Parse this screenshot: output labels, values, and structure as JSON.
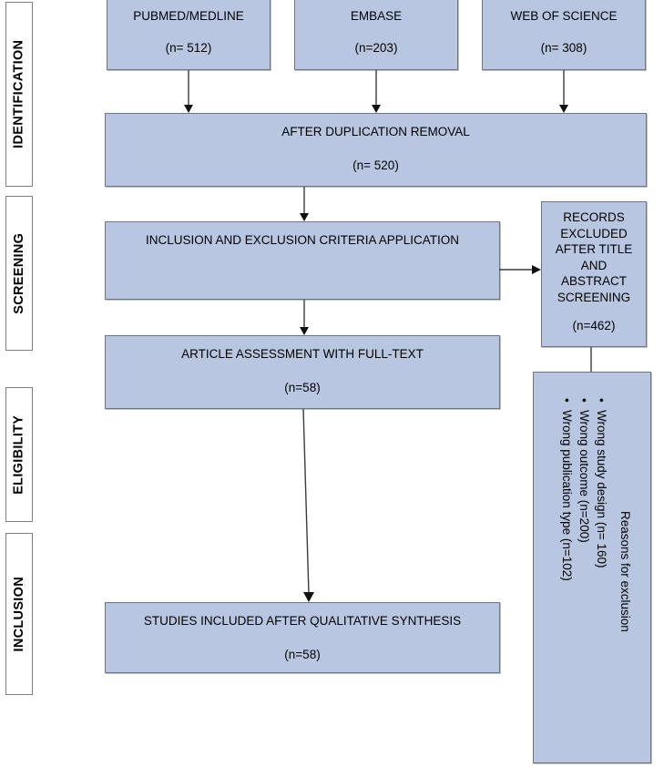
{
  "diagram": {
    "title": "PRISMA study selection flow diagram",
    "accent_fill": "#b9c6e1",
    "box_border": "#6d7482",
    "label_border": "#7f7f7f",
    "arrow_color": "#3b3b3b",
    "background": "#ffffff"
  },
  "stages": [
    {
      "id": "identification",
      "label": "IDENTIFICATION"
    },
    {
      "id": "screening",
      "label": "SCREENING"
    },
    {
      "id": "eligibility",
      "label": "ELIGIBILITY"
    },
    {
      "id": "inclusion",
      "label": "INCLUSION"
    }
  ],
  "boxes": {
    "pubmed": {
      "title": "PUBMED/MEDLINE",
      "count": "(n= 512)"
    },
    "embase": {
      "title": "EMBASE",
      "count": "(n=203)"
    },
    "wos": {
      "title": "WEB OF SCIENCE",
      "count": "(n= 308)"
    },
    "dedup": {
      "title": "AFTER DUPLICATION REMOVAL",
      "count": "(n= 520)"
    },
    "criteria": {
      "title": "INCLUSION AND EXCLUSION CRITERIA APPLICATION",
      "count": ""
    },
    "fulltext": {
      "title": "ARTICLE ASSESSMENT WITH FULL-TEXT",
      "count": "(n=58)"
    },
    "included": {
      "title": "STUDIES INCLUDED AFTER QUALITATIVE SYNTHESIS",
      "count": "(n=58)"
    },
    "excluded": {
      "title": "RECORDS\nEXCLUDED\nAFTER TITLE\nAND\nABSTRACT\nSCREENING",
      "count": "(n=462)"
    },
    "reasons": {
      "title": "Reasons for exclusion",
      "items": [
        "Wrong study design (n= 160)",
        "Wrong outcome (n=200)",
        "Wrong publication type (n=102)"
      ]
    }
  }
}
